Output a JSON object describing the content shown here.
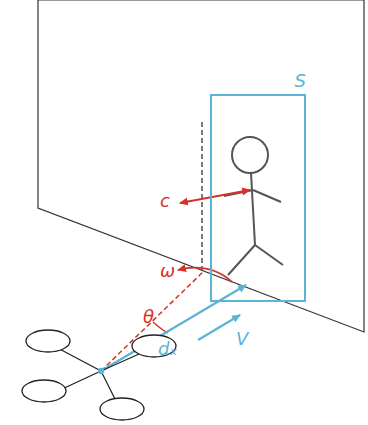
{
  "diagram": {
    "nodes": [
      {
        "text": [
          "S"
        ]
      }
    ],
    "labels": [
      "c",
      "ω",
      "θ",
      "dₓ",
      "V"
    ]
  }
}
